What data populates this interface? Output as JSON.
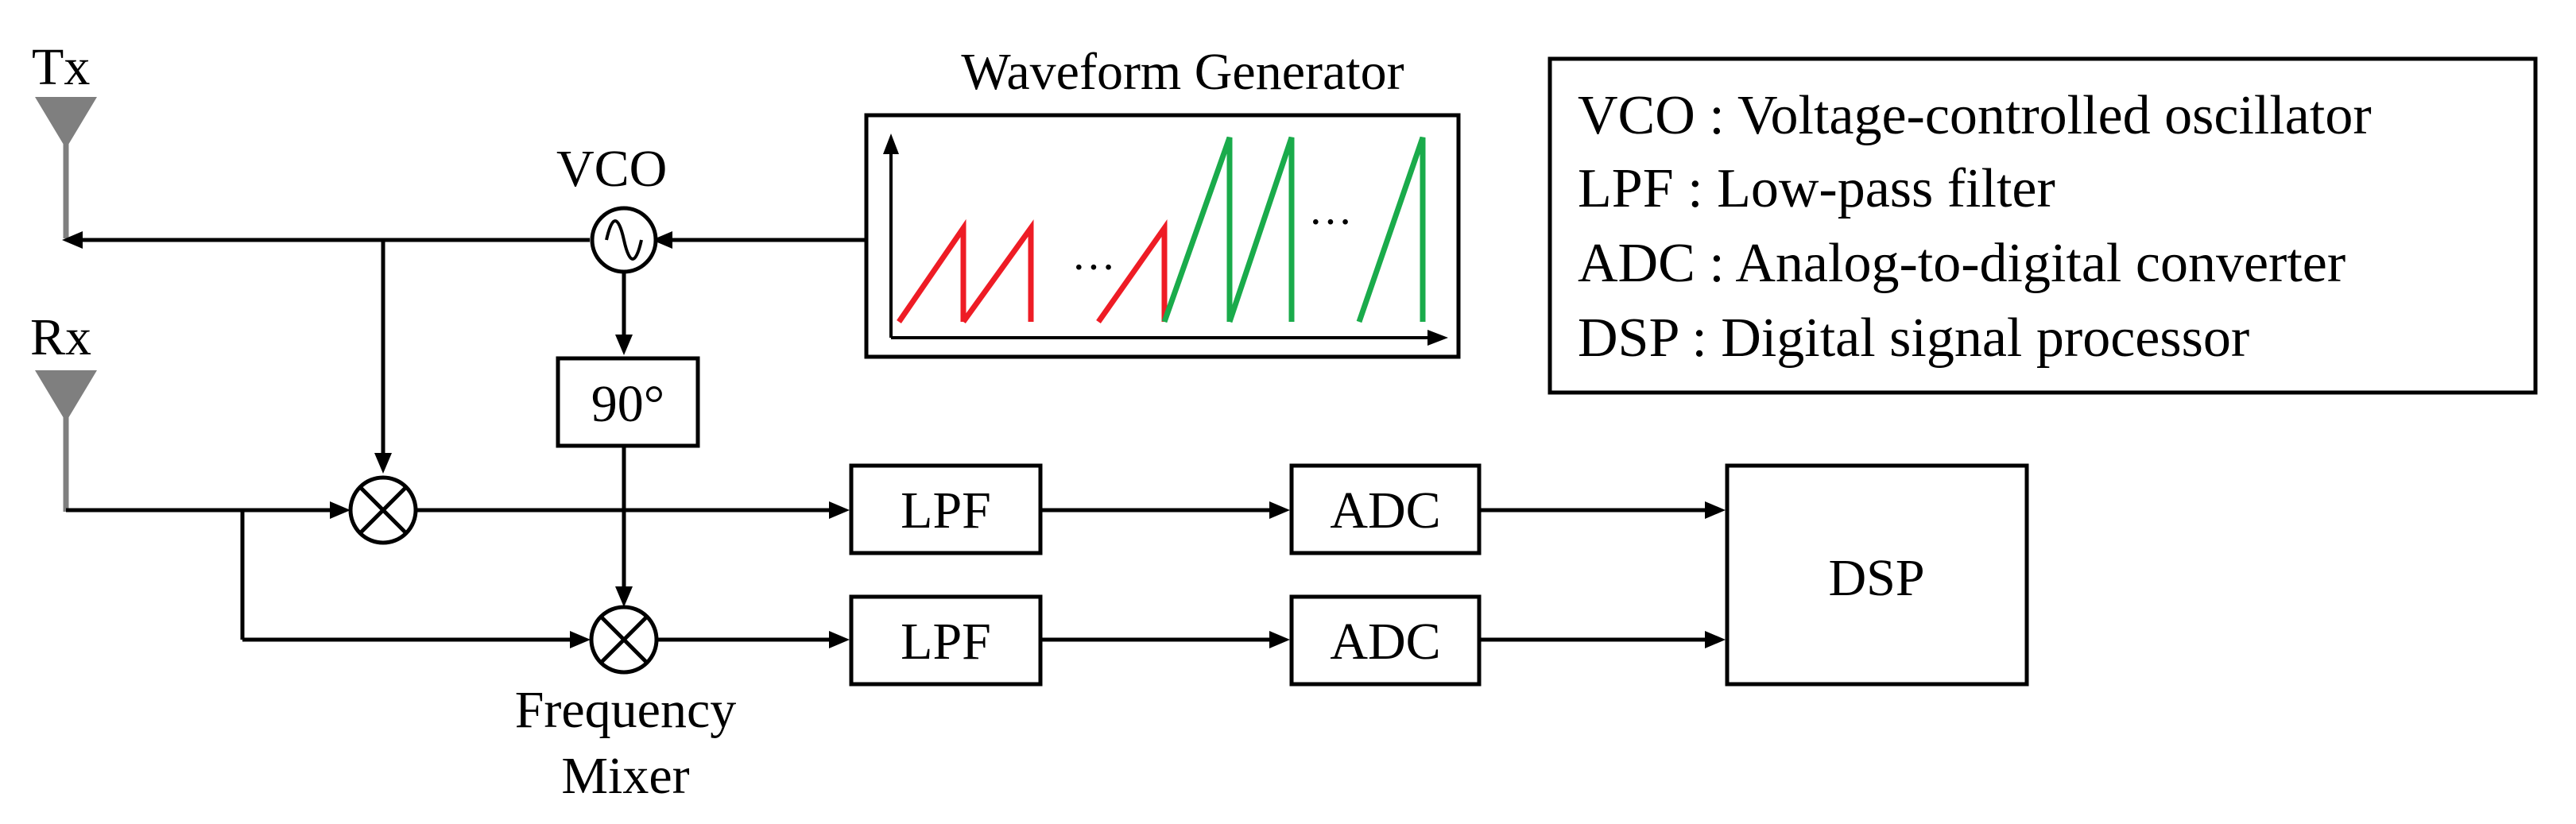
{
  "antennas": {
    "tx_label": "Tx",
    "rx_label": "Rx"
  },
  "vco": {
    "label": "VCO"
  },
  "phase_shifter": {
    "label": "90°"
  },
  "waveform_generator": {
    "title": "Waveform Generator",
    "ellipsis": "···",
    "colors": {
      "first_ramp": "#ee1c25",
      "second_ramp": "#1aab4b"
    }
  },
  "filters": [
    {
      "label": "LPF"
    },
    {
      "label": "LPF"
    }
  ],
  "converters": [
    {
      "label": "ADC"
    },
    {
      "label": "ADC"
    }
  ],
  "processor": {
    "label": "DSP"
  },
  "mixer": {
    "label_line1": "Frequency",
    "label_line2": "Mixer"
  },
  "legend": {
    "entries": [
      "VCO : Voltage-controlled oscillator",
      "LPF : Low-pass filter",
      "ADC : Analog-to-digital converter",
      "DSP : Digital signal processor"
    ]
  }
}
